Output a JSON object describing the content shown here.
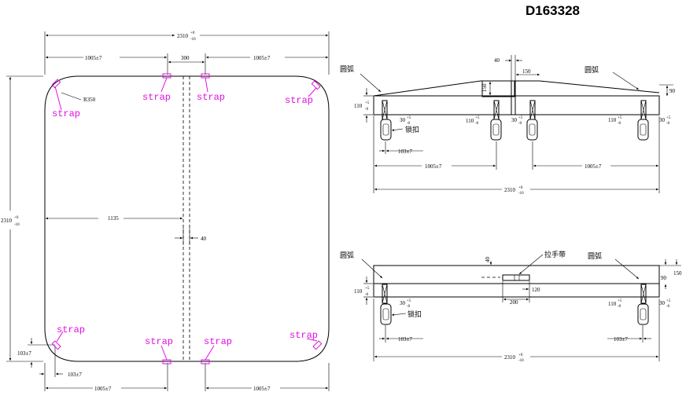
{
  "drawing_code": "D163328",
  "plan": {
    "overall_width": "2310",
    "overall_height": "2310",
    "tol_upper": "+0",
    "tol_lower": "-10",
    "half_top_left": "1005±7",
    "half_top_right": "1005±7",
    "gap_top": "300",
    "radius": "R350",
    "mid_dim": "1135",
    "slot_dim": "40",
    "corner_v": "103±7",
    "corner_h": "103±7",
    "half_bottom_left": "1005±7",
    "half_bottom_right": "1005±7",
    "strap_labels": [
      "strap",
      "strap",
      "strap",
      "strap",
      "strap",
      "strap",
      "strap",
      "strap"
    ]
  },
  "side_top": {
    "arc_left": "圆弧",
    "arc_right": "圆弧",
    "dim_40": "40",
    "dim_150_h": "150",
    "dim_150_v": "150",
    "dim_90": "90",
    "dim_110": "110",
    "tol_110_up": "+5",
    "tol_110_low": "-0",
    "dim_30": "30",
    "tol_30_up": "+5",
    "tol_30_low": "-0",
    "lock_label": "锁扣",
    "offset": "103±7",
    "half_left": "1005±7",
    "half_right": "1005±7",
    "overall": "2310",
    "tol_overall_up": "+0",
    "tol_overall_low": "-10"
  },
  "side_bottom": {
    "arc_left": "圆弧",
    "arc_right": "圆弧",
    "handle_label": "拉手带",
    "dim_40": "40",
    "dim_150": "150",
    "dim_90": "90",
    "dim_110": "110",
    "tol_110_up": "+5",
    "tol_110_low": "-0",
    "dim_30": "30",
    "tol_30_up": "+5",
    "tol_30_low": "-0",
    "dim_120": "120",
    "dim_200": "200",
    "lock_label": "锁扣",
    "offset_left": "103±7",
    "offset_right": "103±7",
    "overall": "2310",
    "tol_overall_up": "+0",
    "tol_overall_low": "-10"
  }
}
